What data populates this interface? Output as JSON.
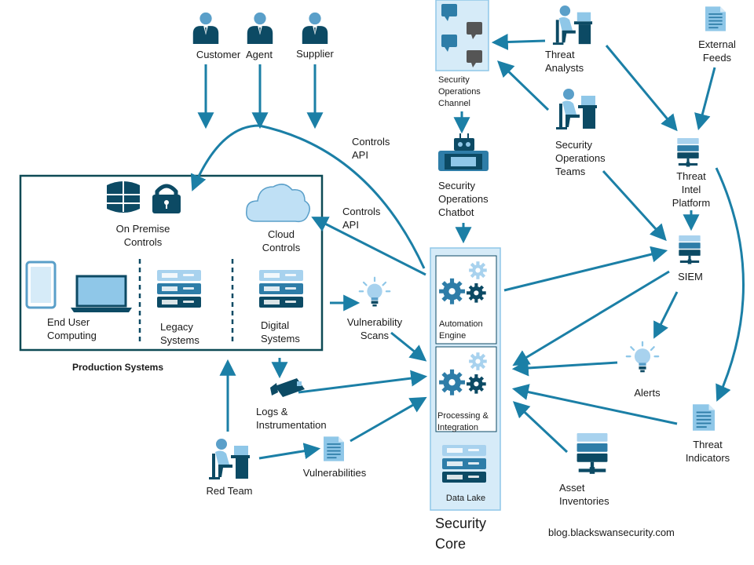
{
  "colors": {
    "arrow": "#1b7fa6",
    "dark": "#0c4a64",
    "mid": "#2e7da8",
    "light": "#8fc7e8",
    "pale": "#d6ebf8",
    "box_border": "#0d4a55"
  },
  "people": {
    "customer": "Customer",
    "agent": "Agent",
    "supplier": "Supplier"
  },
  "production": {
    "on_premise": "On Premise\nControls",
    "cloud": "Cloud\nControls",
    "end_user": "End User\nComputing",
    "legacy": "Legacy\nSystems",
    "digital": "Digital\nSystems",
    "title": "Production Systems"
  },
  "apis": {
    "controls_api_top": "Controls\nAPI",
    "controls_api_mid": "Controls\nAPI"
  },
  "ops": {
    "channel": "Security\nOperations\nChannel",
    "chatbot": "Security\nOperations\nChatbot",
    "threat_analysts": "Threat\nAnalysts",
    "sec_ops_teams": "Security\nOperations\nTeams",
    "external_feeds": "External\nFeeds",
    "threat_intel": "Threat\nIntel\nPlatform",
    "siem": "SIEM",
    "alerts": "Alerts",
    "threat_indicators": "Threat\nIndicators",
    "asset_inventories": "Asset\nInventories"
  },
  "core": {
    "automation": "Automation\nEngine",
    "processing": "Processing &\nIntegration",
    "data_lake": "Data Lake",
    "title": "Security\nCore"
  },
  "left_bottom": {
    "vuln_scans": "Vulnerability\nScans",
    "logs": "Logs &\nInstrumentation",
    "red_team": "Red Team",
    "vulnerabilities": "Vulnerabilities"
  },
  "footer": {
    "url": "blog.blackswansecurity.com"
  }
}
